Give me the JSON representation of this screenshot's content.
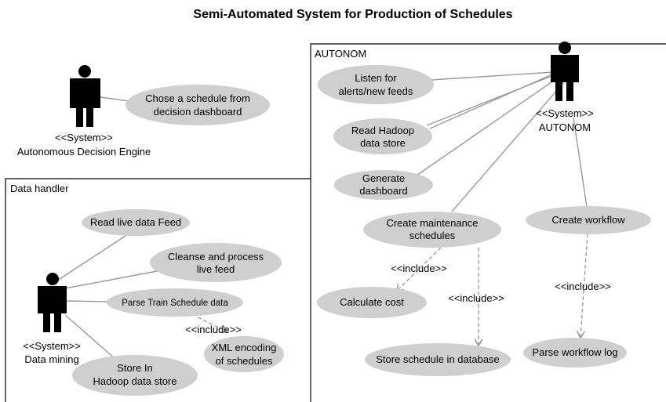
{
  "title": "Semi-Automated System for Production of Schedules",
  "boundaries": {
    "autonom": "AUTONOM",
    "data_handler": "Data handler"
  },
  "actors": {
    "decision_engine": {
      "stereotype": "<<System>>",
      "name": "Autonomous Decision Engine"
    },
    "autonom": {
      "stereotype": "<<System>>",
      "name": "AUTONOM"
    },
    "data_mining": {
      "stereotype": "<<System>>",
      "name": "Data mining"
    }
  },
  "use_cases": {
    "chose_schedule": [
      "Chose a schedule from",
      "decision dashboard"
    ],
    "listen_alerts": [
      "Listen for",
      "alerts/new feeds"
    ],
    "read_hadoop": [
      "Read Hadoop",
      "data store"
    ],
    "generate_dashboard": [
      "Generate",
      "dashboard"
    ],
    "create_maintenance": [
      "Create maintenance",
      "schedules"
    ],
    "create_workflow": [
      "Create workflow"
    ],
    "calculate_cost": [
      "Calculate cost"
    ],
    "store_schedule": [
      "Store schedule in database"
    ],
    "parse_workflow_log": [
      "Parse workflow log"
    ],
    "read_live_feed": [
      "Read live data Feed"
    ],
    "cleanse_process": [
      "Cleanse and process",
      "live feed"
    ],
    "parse_train": [
      "Parse Train Schedule data"
    ],
    "xml_encoding": [
      "XML encoding",
      "of schedules"
    ],
    "store_in_hadoop": [
      "Store In",
      "Hadoop data store"
    ]
  },
  "include_label": "<<include>>"
}
